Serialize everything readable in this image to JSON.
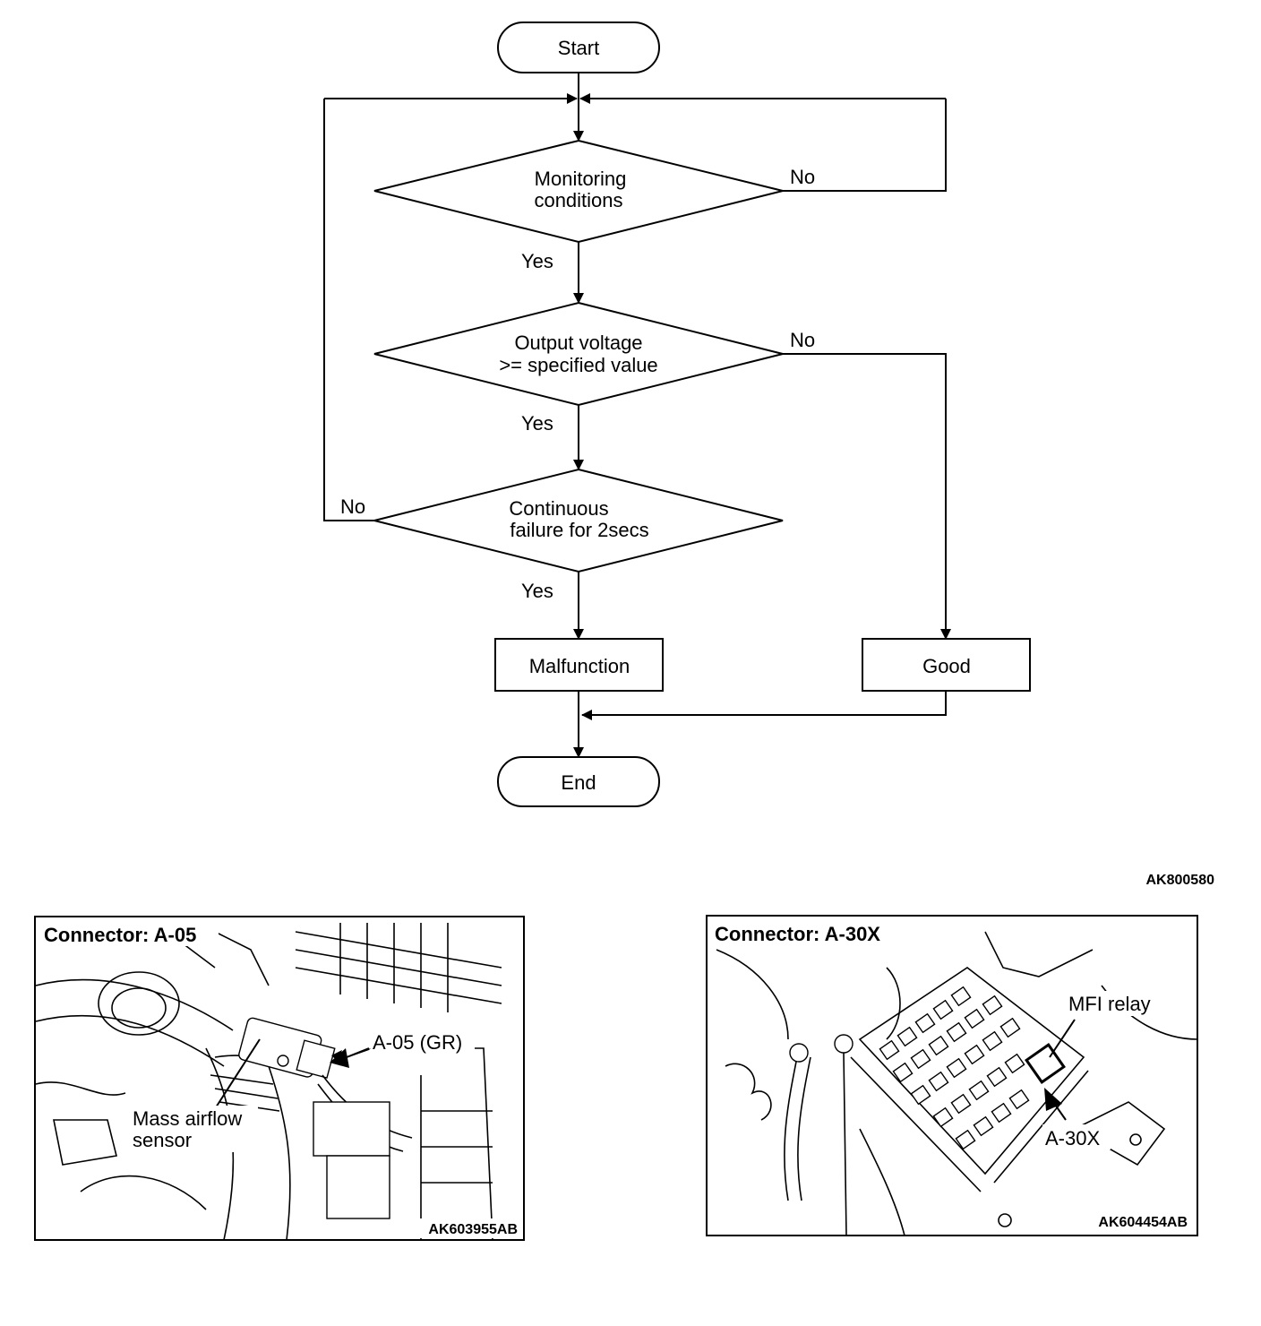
{
  "flowchart": {
    "start": "Start",
    "end": "End",
    "decision1": [
      "Monitoring",
      "conditions"
    ],
    "decision2": [
      "Output voltage",
      ">= specified value"
    ],
    "decision3": [
      "Continuous",
      "failure for 2secs"
    ],
    "yes": "Yes",
    "no": "No",
    "malfunction": "Malfunction",
    "good": "Good"
  },
  "figure_code": "AK800580",
  "photo_left": {
    "title": "Connector: A-05",
    "callout": "A-05 (GR)",
    "part": [
      "Mass airflow",
      "sensor"
    ],
    "code": "AK603955AB"
  },
  "photo_right": {
    "title": "Connector: A-30X",
    "relay": "MFI relay",
    "callout": "A-30X",
    "code": "AK604454AB"
  }
}
